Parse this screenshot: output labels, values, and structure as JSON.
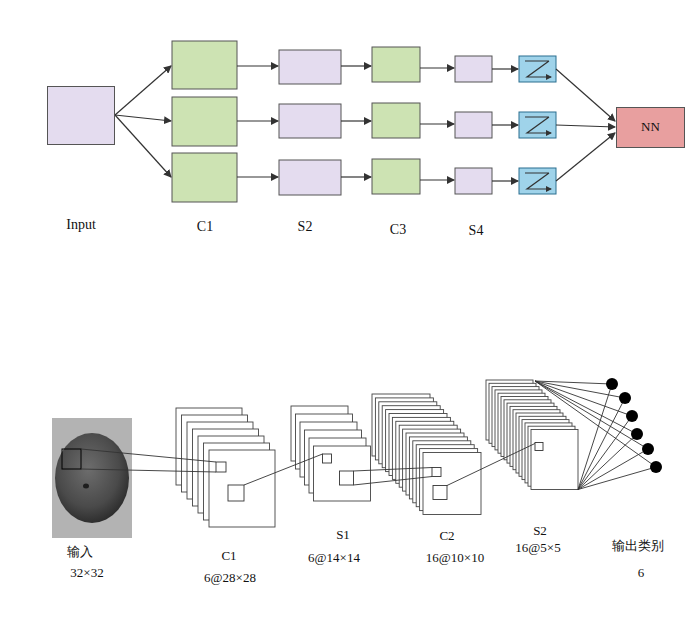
{
  "diagram": {
    "nodes": [
      {
        "text": [
          "Input"
        ]
      },
      {
        "text": [
          "NN"
        ]
      }
    ],
    "labels": [
      "C1",
      "S2",
      "C3",
      "S4",
      "输入",
      "32×32",
      "C1",
      "6@28×28",
      "S1",
      "6@14×14",
      "C2",
      "16@10×10",
      "S2",
      "16@5×5",
      "输出类别",
      "6"
    ]
  }
}
